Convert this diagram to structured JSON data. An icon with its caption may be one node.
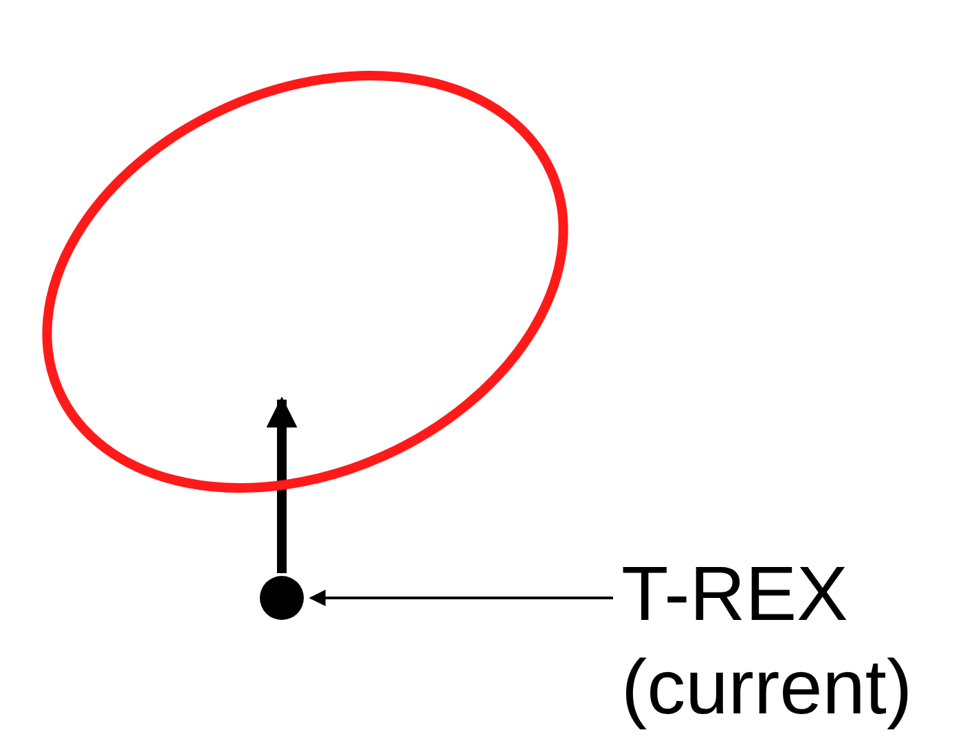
{
  "diagram": {
    "nodes": [
      {
        "text": [],
        "shape": "ellipse"
      },
      {
        "text": [],
        "shape": "circle"
      },
      {
        "text": [
          "T-REX (current)"
        ]
      }
    ],
    "edges": [
      {
        "from": 1,
        "to": 0,
        "arrow": "to",
        "style": "thick"
      },
      {
        "from": 2,
        "to": 1,
        "arrow": "to"
      }
    ]
  }
}
